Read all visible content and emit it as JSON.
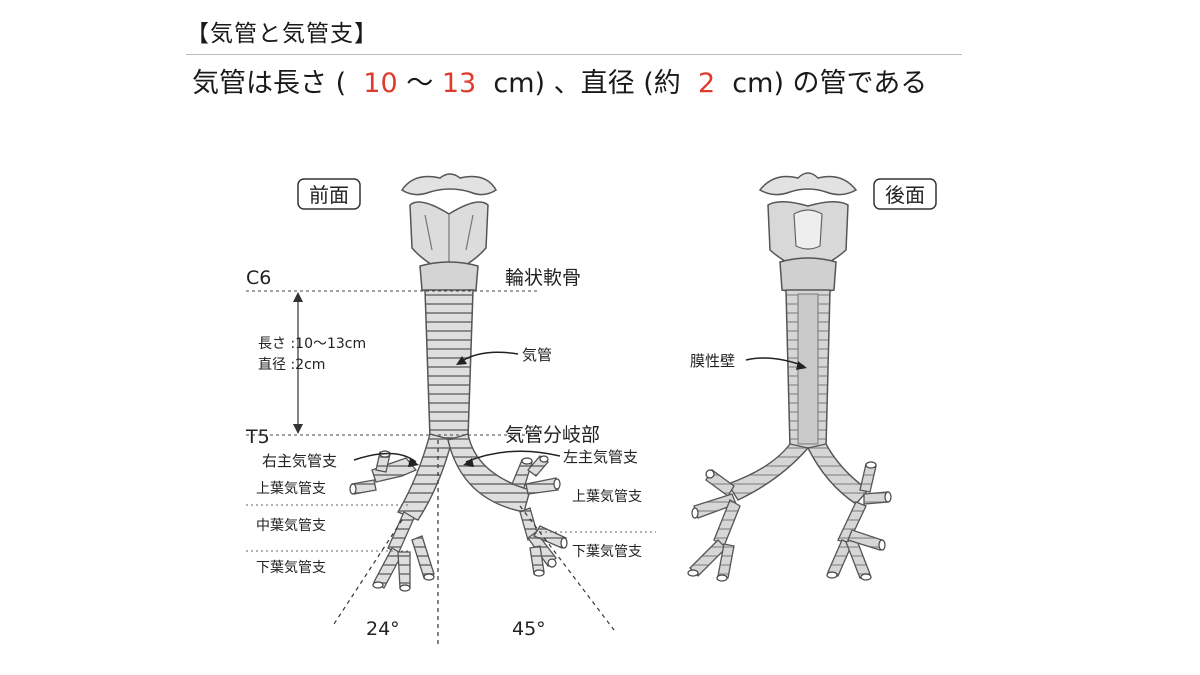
{
  "slide": {
    "heading": "【気管と気管支】",
    "headline": {
      "prefix": "気管は長さ (",
      "length_min": "10",
      "tilde": "〜",
      "length_max": "13",
      "mid": "cm) 、直径 (約",
      "diameter": "2",
      "suffix": "cm) の管である"
    }
  },
  "colors": {
    "accent": "#e03a2c",
    "text": "#1a1a1a",
    "illustration": "#dcdcdc",
    "outline": "#555555"
  },
  "front_view": {
    "view_label": "前面",
    "vertebra_top": "C6",
    "vertebra_bottom": "T5",
    "length_text": "長さ :10〜13cm",
    "diameter_text": "直径 :2cm",
    "cricoid": "輪状軟骨",
    "trachea": "気管",
    "bifurcation": "気管分岐部",
    "right_main_bronchus": "右主気管支",
    "left_main_bronchus": "左主気管支",
    "right_upper_lobe_bronchus": "上葉気管支",
    "right_middle_lobe_bronchus": "中葉気管支",
    "right_lower_lobe_bronchus": "下葉気管支",
    "left_upper_lobe_bronchus": "上葉気管支",
    "left_lower_lobe_bronchus": "下葉気管支",
    "angle_right": "24°",
    "angle_left": "45°"
  },
  "back_view": {
    "view_label": "後面",
    "membranous_wall": "膜性壁"
  }
}
